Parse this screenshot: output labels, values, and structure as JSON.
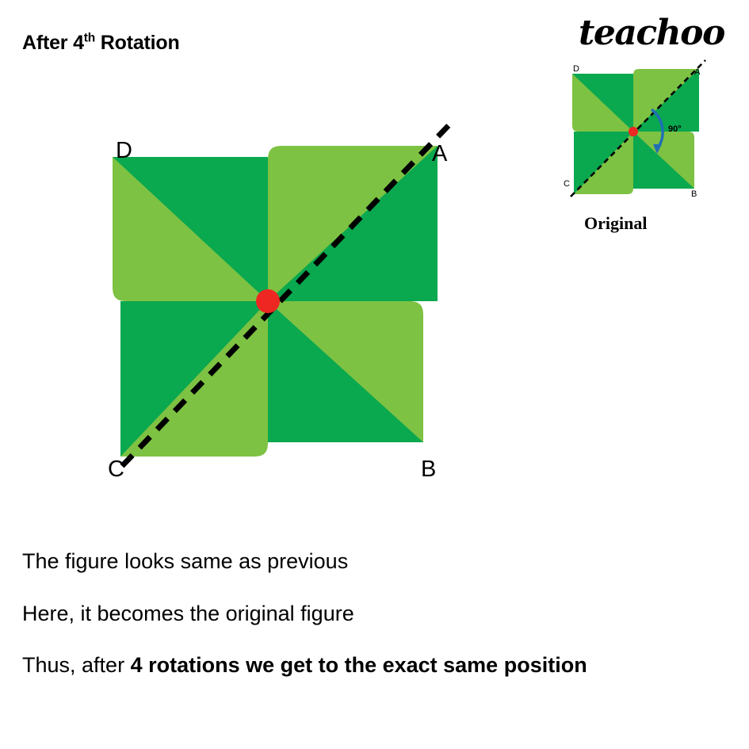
{
  "title": {
    "main": "After 4",
    "ordinal_sup": "th",
    "rest": " Rotation"
  },
  "brand": {
    "logo_text": "teachoo"
  },
  "colors": {
    "light_green": "#7DC242",
    "dark_green": "#0AA84F",
    "center_dot": "#EE2722",
    "axis_line": "#000000",
    "arc_blue": "#1F6FB5",
    "edge_bar_blue": "#0F75BC",
    "edge_bar_black": "#000000",
    "background": "#FFFFFF"
  },
  "main_figure": {
    "name": "pinwheel-after-4th-rotation",
    "labels": {
      "top_left": "D",
      "top_right": "A",
      "bottom_left": "C",
      "bottom_right": "B"
    },
    "axis_style": "dashed diagonal from C to A",
    "center_marker": "red-dot"
  },
  "original_figure": {
    "caption": "Original",
    "labels": {
      "top_left": "D",
      "top_right": "A",
      "bottom_left": "C",
      "bottom_right": "B"
    },
    "angle_label": "90°",
    "arc_direction": "clockwise"
  },
  "body": {
    "line1": "The figure looks same as previous",
    "line2": "Here, it becomes the original figure",
    "line3_normal": "Thus, after ",
    "line3_bold": "4 rotations we get to the exact same position"
  },
  "edge_bar": {
    "top_segment_color": "#0F75BC",
    "bottom_segment_color": "#000000"
  }
}
